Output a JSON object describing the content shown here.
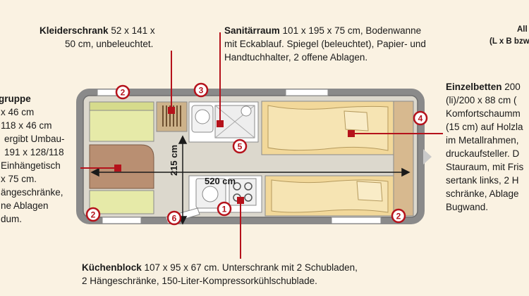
{
  "labels": {
    "kleiderschrank": {
      "title": "Kleiderschrank",
      "line1": "52 x 141 x",
      "line2": "50 cm, unbeleuchtet."
    },
    "sanitaerraum": {
      "title": "Sanitärraum",
      "line1": "101 x 195 x 75 cm, Bodenwanne",
      "line2": "mit Eckablauf. Spiegel (beleuchtet), Papier- und",
      "line3": "Handtuchhalter, 2 offene Ablagen."
    },
    "einzelbetten": {
      "title": "Einzelbetten",
      "line1": "200",
      "line2": "(li)/200 x 88 cm (",
      "line3": "Komfortschaumm",
      "line4": "(15 cm) auf Holzla",
      "line5": "im Metallrahmen,",
      "line6": "druckaufsteller. D",
      "line7": "Stauraum, mit Fris",
      "line8": "sertank links, 2 H",
      "line9": "schränke, Ablage",
      "line10": "Bugwand."
    },
    "sitzgruppe": {
      "title": "gruppe",
      "line1": "x 46 cm",
      "line2": "118 x 46 cm",
      "line3": "ergibt Umbau-",
      "line4": "191 x 128/118",
      "line5": "Einhängetisch",
      "line6": "x 75 cm.",
      "line7": "ängeschränke,",
      "line8": "ne Ablagen",
      "line9": "dum."
    },
    "kuechenblock": {
      "title": "Küchenblock",
      "line1": "107 x 95 x 67 cm. Unterschrank mit 2 Schubladen,",
      "line2": "2 Hängeschränke, 150-Liter-Kompressorkühlschublade."
    },
    "topright": {
      "line1": "All",
      "line2": "(L x B bzw"
    }
  },
  "dimensions": {
    "length": "520 cm",
    "width": "215 cm"
  },
  "markers": [
    "1",
    "2",
    "2",
    "2",
    "3",
    "4",
    "5",
    "6"
  ],
  "colors": {
    "accent": "#b5121b",
    "wall": "#8a8a8a",
    "floor": "#d9d6cc",
    "cushion": "#e6eaa8",
    "table": "#b98f72",
    "bed": "#f2d89a",
    "wood": "#d7b98f"
  }
}
